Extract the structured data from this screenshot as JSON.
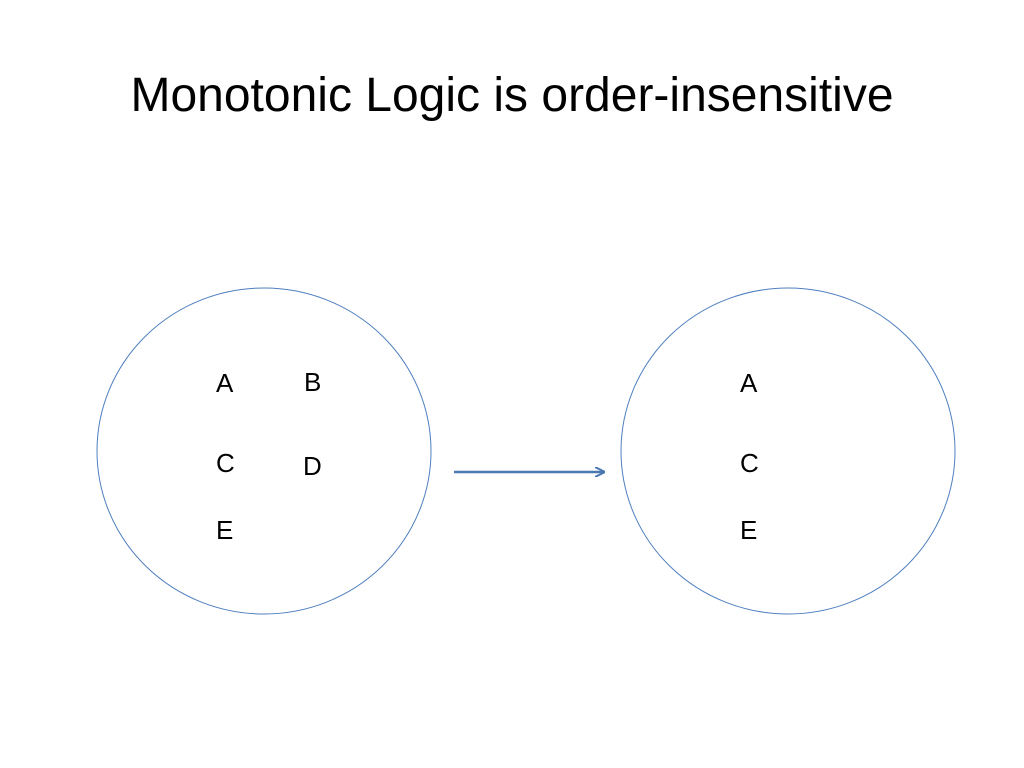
{
  "slide": {
    "title": "Monotonic Logic is order-insensitive"
  },
  "diagram": {
    "colors": {
      "circle_stroke": "#4f7fbf",
      "arrow": "#4a78b0",
      "text": "#000000"
    },
    "left_set": {
      "items": [
        "A",
        "B",
        "C",
        "D",
        "E"
      ]
    },
    "right_set": {
      "items": [
        "A",
        "C",
        "E"
      ]
    }
  }
}
